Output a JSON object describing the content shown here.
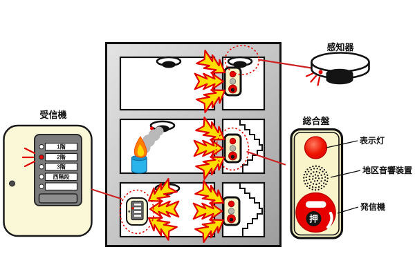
{
  "receiver": {
    "label": "受信機",
    "zones": [
      {
        "name": "1階",
        "active": false
      },
      {
        "name": "2階",
        "active": true
      },
      {
        "name": "3階",
        "active": false
      },
      {
        "name": "西階段",
        "active": false
      },
      {
        "name": "",
        "active": false
      }
    ]
  },
  "detector": {
    "label": "感知器"
  },
  "local_panel": {
    "label": "総合盤",
    "annotations": [
      {
        "label": "表示灯"
      },
      {
        "label": "地区音響装置"
      },
      {
        "label": "発信機"
      }
    ],
    "button_text": "押"
  },
  "colors": {
    "alarm_red": "#e60000",
    "line_red": "#cc2222",
    "panel_cream": "#fbf8d8",
    "bolt_yellow": "#ffdd00",
    "bolt_edge": "#e10000",
    "smoke_gray": "#b9b9b9",
    "fire_orange": "#ff7d00",
    "fire_core": "#ffd800",
    "bin_blue": "#2ab4ec"
  }
}
